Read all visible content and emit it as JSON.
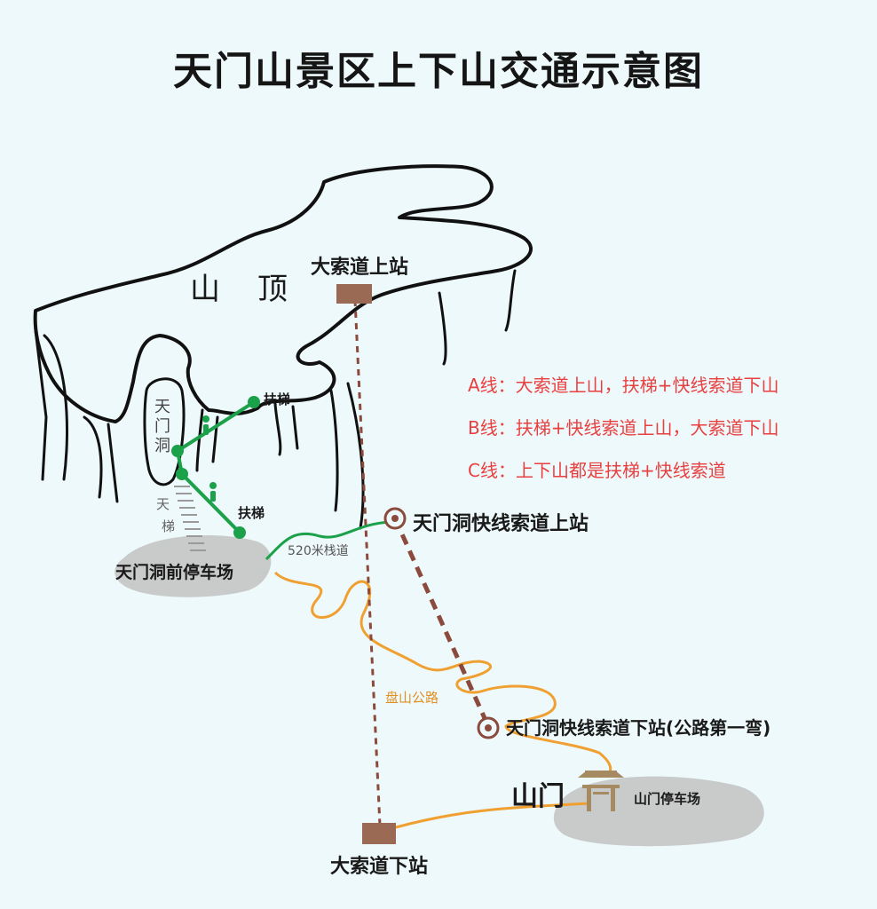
{
  "title": "天门山景区上下山交通示意图",
  "labels": {
    "summit_left": "山",
    "summit_right": "顶",
    "big_cable_top": "大索道上站",
    "big_cable_bottom": "大索道下站",
    "tianmen_cave_chars": [
      "天",
      "门",
      "洞"
    ],
    "stairs_chars": [
      "天",
      "梯"
    ],
    "escalator_upper": "扶梯",
    "escalator_lower": "扶梯",
    "cave_parking": "天门洞前停车场",
    "plank_road": "520米栈道",
    "express_top": "天门洞快线索道上站",
    "express_bottom": "天门洞快线索道下站(公路第一弯)",
    "mountain_road": "盘山公路",
    "gate": "山门",
    "gate_parking": "山门停车场"
  },
  "legend": [
    "A线：大索道上山，扶梯+快线索道下山",
    "B线：扶梯+快线索道上山，大索道下山",
    "C线：上下山都是扶梯+快线索道"
  ],
  "colors": {
    "background": "#eef9fb",
    "legend_text": "#e84040",
    "escalator_green": "#1aa14a",
    "road_orange": "#f0a030",
    "cable_brown": "#8b4a3c",
    "station_fill": "#9a6a55",
    "parking_gray": "#c9caca",
    "gate_tan": "#a68a62"
  }
}
